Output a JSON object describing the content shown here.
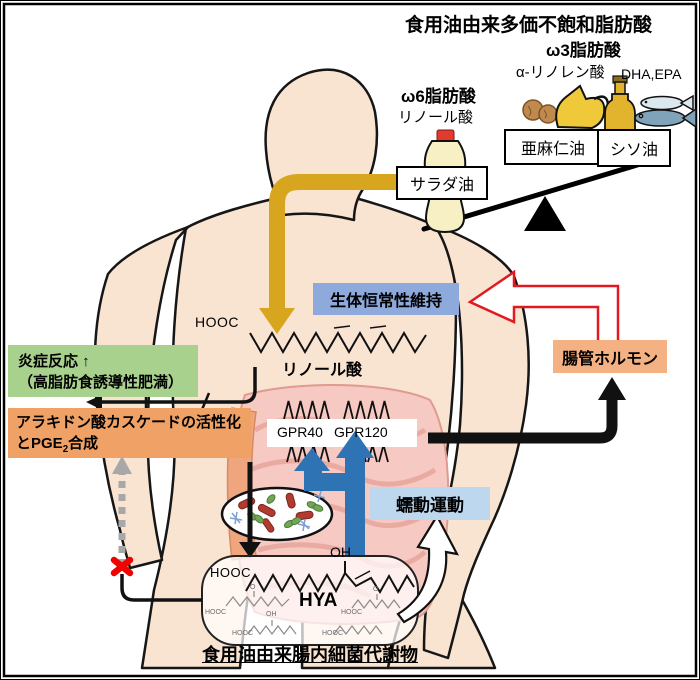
{
  "figure": {
    "title": "食用油由来多価不飽和脂肪酸",
    "bottom_caption": "食用油由来腸内細菌代謝物"
  },
  "top": {
    "omega6_heading": "ω6脂肪酸",
    "omega6_acid": "リノール酸",
    "salad_oil": "サラダ油",
    "omega3_heading": "ω3脂肪酸",
    "omega3_acid": "α-リノレン酸",
    "fish_acids": "DHA,EPA",
    "flaxseed_oil": "亜麻仁油",
    "perilla_oil": "シソ油"
  },
  "labels": {
    "homeostasis": "生体恒常性維持",
    "gut_hormone": "腸管ホルモン",
    "inflammation_1": "炎症反応 ↑",
    "inflammation_2": "（高脂肪食誘導性肥満）",
    "arachidonic_1": "アラキドン酸カスケードの活性化",
    "arachidonic_2a": "とPGE",
    "arachidonic_2sub": "2",
    "arachidonic_2b": "合成",
    "peristalsis": "蠕動運動",
    "linoleic_acid": "リノール酸",
    "gpr40": "GPR40",
    "gpr120": "GPR120",
    "hooc": "HOOC",
    "oh": "OH",
    "o": "O",
    "hya": "HYA"
  },
  "icons": {
    "salad_oil_bottle": "plastic oil bottle with red cap",
    "walnuts": "walnuts",
    "oil_jug": "oil pitcher",
    "oil_bottle": "glass oil bottle",
    "fish": "two fish",
    "seesaw": "balance with fulcrum",
    "gut_bacteria": "bacteria in oval",
    "blocked_x": "red cross mark"
  },
  "colors": {
    "skin": "#F9E3D1",
    "yellow_arrow": "#D7A51E",
    "homeostasis_box": "#8EA9DB",
    "peristalsis_box": "#BDD7EE",
    "gut_hormone_box": "#F4B183",
    "arachidonic_box": "#F0A266",
    "inflammation_box": "#A9D18E",
    "blue_arrow": "#2E74B5",
    "red": "#E11A22",
    "grey_dashed": "#A8A8A8",
    "intestine": "#F6C9C2"
  }
}
